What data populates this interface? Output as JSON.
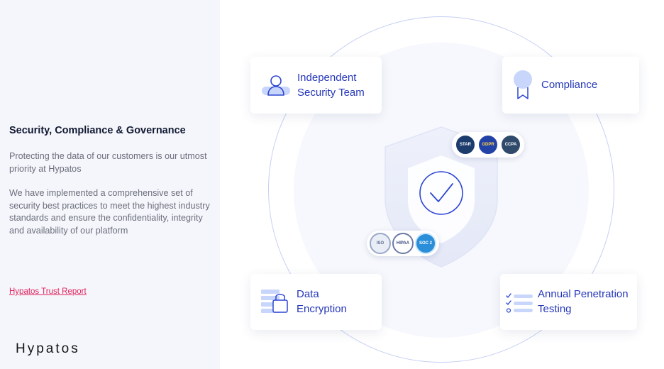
{
  "left": {
    "heading": "Security, Compliance & Governance",
    "paragraph1": "Protecting the data of our customers is our utmost priority at Hypatos",
    "paragraph2": "We have implemented a comprehensive set of security best practices to meet the highest industry standards and ensure the confidentiality, integrity and availability of our platform",
    "trust_link": "Hypatos Trust Report",
    "logo": "Hypatos"
  },
  "cards": {
    "security_team": {
      "line1": "Independent",
      "line2": "Security Team",
      "icon": "user-icon"
    },
    "compliance": {
      "line1": "Compliance",
      "icon": "award-ribbon-icon"
    },
    "encryption": {
      "line1": "Data",
      "line2": "Encryption",
      "icon": "lock-icon"
    },
    "pentest": {
      "line1": "Annual Penetration",
      "line2": "Testing",
      "icon": "checklist-icon"
    }
  },
  "badges_top": [
    {
      "name": "csa-star-badge",
      "text": "STAR"
    },
    {
      "name": "gdpr-badge",
      "text": "GDPR"
    },
    {
      "name": "ccpa-badge",
      "text": "CCPA"
    }
  ],
  "badges_bottom": [
    {
      "name": "iso-badge",
      "text": "ISO"
    },
    {
      "name": "hipaa-badge",
      "text": "HIPAA"
    },
    {
      "name": "soc2-badge",
      "text": "SOC 2"
    }
  ],
  "colors": {
    "accent": "#2537b8",
    "link": "#e0245e",
    "icon_light": "#c9d6fb",
    "left_bg": "#f5f6fb"
  }
}
